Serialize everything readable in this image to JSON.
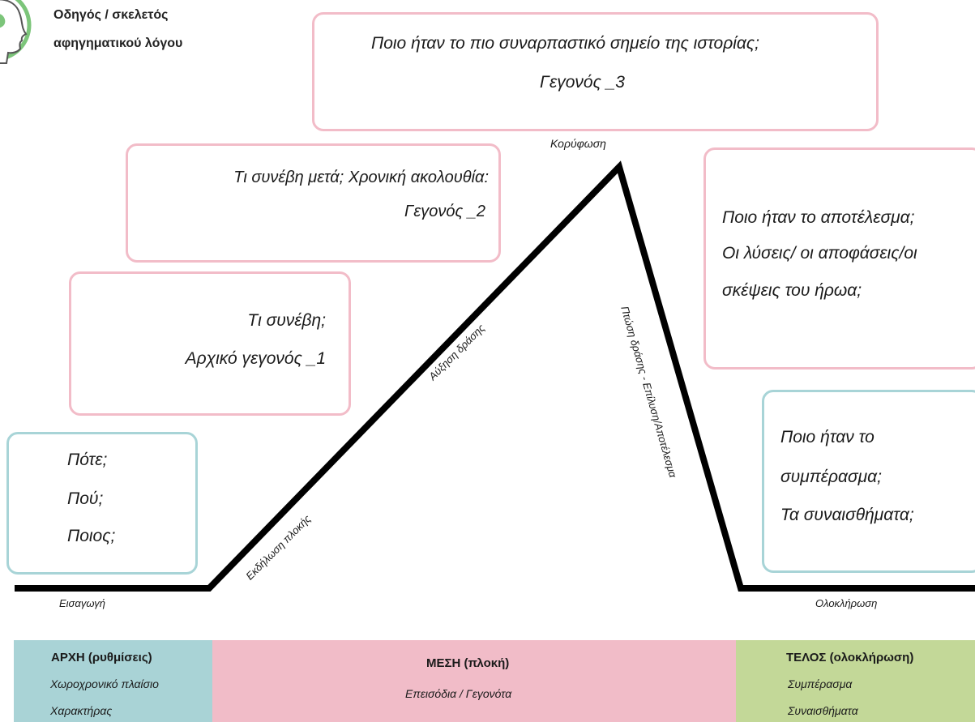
{
  "header": {
    "title_line1": "Οδηγός / σκελετός",
    "title_line2": "αφηγηματικού λόγου",
    "logo_icon": "head-profile-icon"
  },
  "boxes": {
    "climax_box": {
      "line1": "Ποιο ήταν το πιο συναρπαστικό σημείο της ιστορίας;",
      "line2": "Γεγονός _3"
    },
    "event2_box": {
      "line1": "Τι συνέβη μετά; Χρονική ακολουθία:",
      "line2": "Γεγονός _2"
    },
    "event1_box": {
      "line1": "Τι συνέβη;",
      "line2": "Αρχικό γεγονός _1"
    },
    "setting_box": {
      "line1": "Πότε;",
      "line2": "Πού;",
      "line3": "Ποιος;"
    },
    "result_box": {
      "line1": "Ποιο ήταν το αποτέλεσμα;",
      "line2": "Οι λύσεις/ οι αποφάσεις/οι",
      "line3": "σκέψεις του ήρωα;"
    },
    "conclusion_box": {
      "line1": "Ποιο ήταν το",
      "line2": "συμπέρασμα;",
      "line3": "Τα συναισθήματα;"
    }
  },
  "plot_labels": {
    "climax": "Κορύφωση",
    "intro": "Εισαγωγή",
    "ending": "Ολοκλήρωση",
    "plot_trigger": "Εκδήλωση πλοκής",
    "rising_action": "Αύξηση δράσης",
    "falling_action": "Πτώση δράσης - Επίλυση/Αποτέλεσμα"
  },
  "bands": {
    "beginning": {
      "title": "ΑΡΧΗ (ρυθμίσεις)",
      "item1": "Χωροχρονικό πλαίσιο",
      "item2": "Χαρακτήρας"
    },
    "middle": {
      "title": "ΜΕΣΗ (πλοκή)",
      "item1": "Επεισόδια / Γεγονότα"
    },
    "end": {
      "title": "ΤΕΛΟΣ (ολοκλήρωση)",
      "item1": "Συμπέρασμα",
      "item2": "Συναισθήματα"
    }
  },
  "colors": {
    "pink_border": "#f2bcc8",
    "teal_border": "#a8d4d7",
    "beginning_band": "#a9d3d6",
    "middle_band": "#f1bcc8",
    "end_band": "#c3d898",
    "logo_green": "#7cc57a"
  }
}
